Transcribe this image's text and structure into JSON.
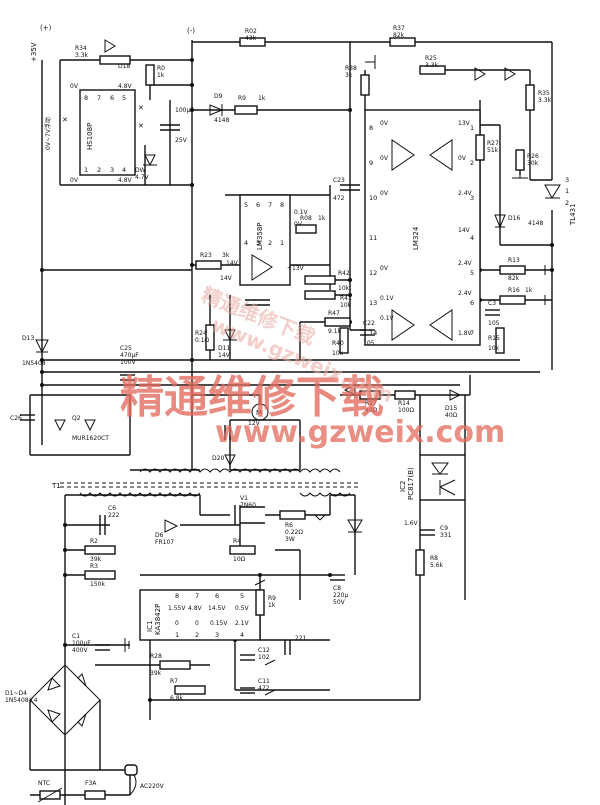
{
  "watermark": {
    "main": "精通维修下载",
    "url": "www.gzweix.com",
    "diag_cn": "精通维修下载",
    "diag_url": "www.gzweix.com"
  },
  "rails": {
    "plus": "+35V",
    "plus_sign": "(+)",
    "minus_sign": "(-)"
  },
  "ics": {
    "hs108p": {
      "name": "HS108P",
      "note": "0V~7V浮动",
      "pins": [
        "8",
        "7",
        "6",
        "5",
        "1",
        "2",
        "3",
        "4"
      ],
      "volts": [
        "0V",
        "4.8V",
        "0V",
        "4.8V"
      ]
    },
    "lm358p": {
      "name": "LM358P",
      "pins": [
        "5",
        "6",
        "7",
        "8",
        "4",
        "3",
        "2",
        "1"
      ],
      "volts": [
        "0.1V",
        "0V",
        "14V"
      ]
    },
    "lm324": {
      "name": "LM324",
      "pins": [
        "8",
        "9",
        "10",
        "11",
        "12",
        "13",
        "14",
        "1",
        "2",
        "3",
        "4",
        "5",
        "6",
        "7"
      ],
      "volts": [
        "0V",
        "0V",
        "0V",
        "0V",
        "0.1V",
        "0.1V",
        "13V",
        "2.4V",
        "2.4V",
        "2.4V",
        "1.8V",
        "0V",
        "14V"
      ]
    },
    "ka3842": {
      "name": "KA3842P",
      "id": "IC1",
      "pins": [
        "8",
        "7",
        "6",
        "5",
        "1",
        "2",
        "3",
        "4"
      ],
      "volts": [
        "1.55V",
        "4.8V",
        "14.5V",
        "0.5V",
        "0",
        "0",
        "0.15V",
        "2.1V"
      ]
    },
    "pc817": {
      "name": "PC817(B)",
      "id": "IC2"
    },
    "tl431": {
      "name": "TL431",
      "pins": [
        "3",
        "1",
        "2"
      ]
    }
  },
  "parts": {
    "r34": [
      "R34",
      "3.3k"
    ],
    "d18": [
      "D18"
    ],
    "r0": [
      "R0",
      "1k"
    ],
    "r02": [
      "R02",
      "43k"
    ],
    "r37": [
      "R37",
      "82k"
    ],
    "r38": [
      "R38",
      "3k"
    ],
    "r25": [
      "R25",
      "3.3k"
    ],
    "r35": [
      "R35",
      "3.3k"
    ],
    "d9": [
      "D9",
      "4148"
    ],
    "r9": [
      "R9",
      "1k"
    ],
    "c100": [
      "100μF",
      "25V"
    ],
    "dw": [
      "DW",
      "4.7V"
    ],
    "c23": [
      "C23",
      "472"
    ],
    "r08": [
      "R08",
      "1k"
    ],
    "r27": [
      "R27",
      "51k"
    ],
    "r26": [
      "R26",
      "30k"
    ],
    "d16": [
      "D16",
      "4148"
    ],
    "r23": [
      "R23",
      "3k"
    ],
    "r13": [
      "R13",
      "82k"
    ],
    "r16": [
      "R16",
      "1k"
    ],
    "r41": [
      "R41",
      "10k"
    ],
    "r42": [
      "R42",
      "10k"
    ],
    "r47": [
      "R47",
      "9.1k"
    ],
    "c22": [
      "C22",
      "105"
    ],
    "c3": [
      "C3",
      "105"
    ],
    "r40": [
      "R40",
      "10k"
    ],
    "r15": [
      "R15",
      "10k"
    ],
    "c25": [
      "C25",
      "470μF",
      "100V"
    ],
    "r24": [
      "R24",
      "0.1Ω"
    ],
    "d11": [
      "D11",
      "14V"
    ],
    "d13": [
      "D13",
      "1N5408"
    ],
    "r17": [
      "R17",
      "40Ω"
    ],
    "r14": [
      "R14",
      "100Ω"
    ],
    "d15": [
      "D15",
      "40Ω"
    ],
    "m": [
      "M"
    ],
    "d20": [
      "D20"
    ],
    "c26": [
      "C26"
    ],
    "q2": [
      "Q2",
      "MUR1620CT"
    ],
    "c6": [
      "C6",
      "222"
    ],
    "d6": [
      "D6",
      "FR107"
    ],
    "v1": [
      "V1",
      "7N60"
    ],
    "r2": [
      "R2",
      "39k"
    ],
    "r3": [
      "R3",
      "150k"
    ],
    "r4": [
      "R4",
      "10Ω"
    ],
    "r6": [
      "R6",
      "0.22Ω",
      "3W"
    ],
    "c8": [
      "C8",
      "220μ",
      "50V"
    ],
    "c9": [
      "C9",
      "331"
    ],
    "r8": [
      "R8",
      "5.6k"
    ],
    "r9b": [
      "R9",
      "1k"
    ],
    "c221": [
      "221"
    ],
    "c1": [
      "C1",
      "100μF",
      "400V"
    ],
    "r28": [
      "R28",
      "39k"
    ],
    "r7": [
      "R7",
      "6.8k"
    ],
    "c12": [
      "C12",
      "102"
    ],
    "c11": [
      "C11",
      "472"
    ],
    "d14": [
      "D1~D4",
      "1N5408×4"
    ],
    "ntc": [
      "NTC"
    ],
    "f3a": [
      "F3A"
    ],
    "ac": [
      "AC220V"
    ],
    "t1": [
      "T1"
    ],
    "v12": [
      "12V"
    ],
    "v14": [
      "14V"
    ],
    "v13": [
      "+13V"
    ],
    "v16": [
      "1.6V"
    ]
  }
}
